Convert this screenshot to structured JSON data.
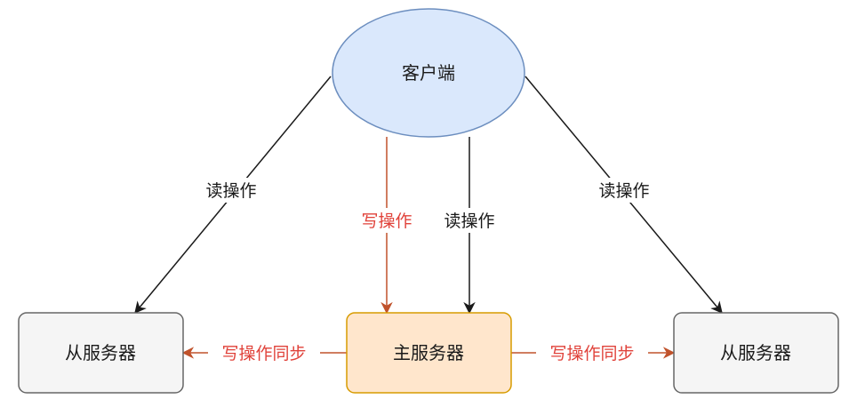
{
  "colors": {
    "client_fill": "#dae8fc",
    "client_stroke": "#6c8ebf",
    "master_fill": "#ffe6cc",
    "master_stroke": "#d79b00",
    "slave_fill": "#f5f5f5",
    "slave_stroke": "#666666",
    "read_arrow": "#1a1a1a",
    "write_arrow": "#c0522b",
    "write_text": "#e0423a",
    "read_text": "#1a1a1a"
  },
  "nodes": {
    "client": {
      "label": "客户端"
    },
    "master": {
      "label": "主服务器"
    },
    "slave_left": {
      "label": "从服务器"
    },
    "slave_right": {
      "label": "从服务器"
    }
  },
  "edges": {
    "client_to_slave_left": {
      "label": "读操作",
      "kind": "read"
    },
    "client_to_master_write": {
      "label": "写操作",
      "kind": "write"
    },
    "client_to_master_read": {
      "label": "读操作",
      "kind": "read"
    },
    "client_to_slave_right": {
      "label": "读操作",
      "kind": "read"
    },
    "master_to_slave_left": {
      "label": "写操作同步",
      "kind": "write"
    },
    "master_to_slave_right": {
      "label": "写操作同步",
      "kind": "write"
    }
  }
}
